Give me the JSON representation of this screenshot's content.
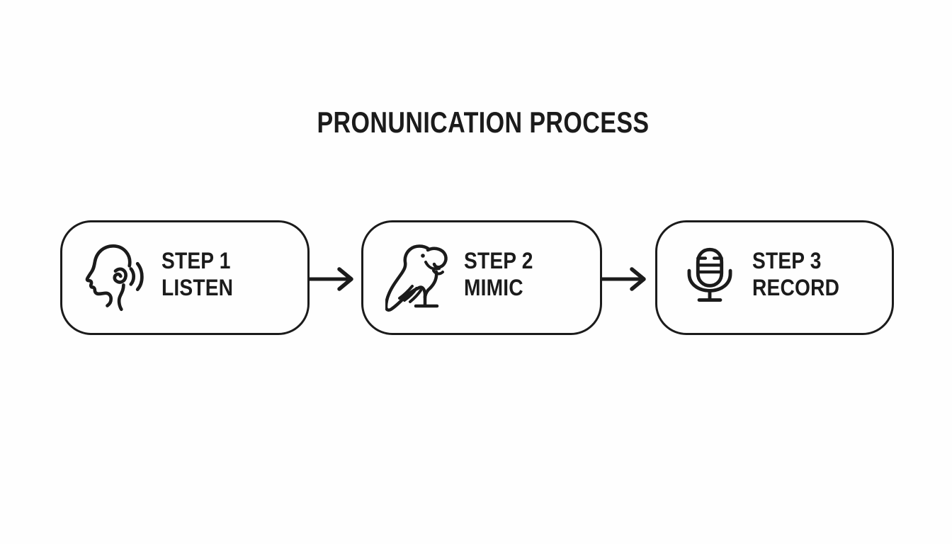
{
  "title": "PRONUNICATION PROCESS",
  "colors": {
    "ink": "#1b1b1b",
    "background": "#fefefe"
  },
  "steps": [
    {
      "step_label": "STEP 1",
      "action_label": "LISTEN",
      "icon": "listening-head-icon"
    },
    {
      "step_label": "STEP 2",
      "action_label": "MIMIC",
      "icon": "parrot-icon"
    },
    {
      "step_label": "STEP 3",
      "action_label": "RECORD",
      "icon": "microphone-icon"
    }
  ],
  "connectors": [
    {
      "from": "STEP 1",
      "to": "STEP 2",
      "type": "arrow-right"
    },
    {
      "from": "STEP 2",
      "to": "STEP 3",
      "type": "arrow-right"
    }
  ]
}
